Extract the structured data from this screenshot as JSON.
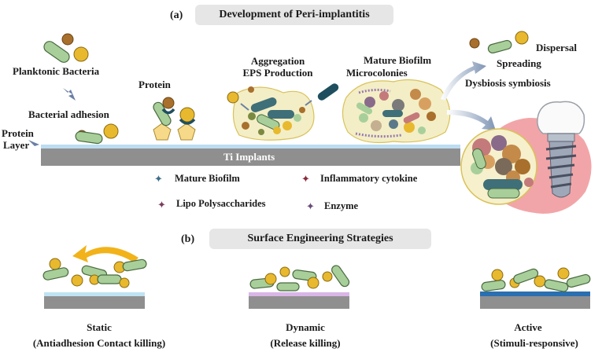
{
  "panel_a": {
    "letter": "(a)",
    "title": "Development of Peri-implantitis",
    "labels": {
      "planktonic": "Planktonic Bacteria",
      "adhesion": "Bacterial adhesion",
      "protein_layer_1": "Protein",
      "protein_layer_2": "Layer",
      "protein": "Protein",
      "aggregation_1": "Aggregation",
      "aggregation_2": "EPS Production",
      "mature_1": "Mature Biofilm",
      "mature_2": "Microcolonies",
      "dispersal": "Dispersal",
      "spreading": "Spreading",
      "dysbiosis": "Dysbiosis symbiosis",
      "ti": "Ti Implants"
    },
    "legend": [
      {
        "label": "Mature Biofilm",
        "color": "#3d6f8a"
      },
      {
        "label": "Inflammatory cytokine",
        "color": "#8a2a3a"
      },
      {
        "label": "Lipo Polysaccharides",
        "color": "#7a3d60"
      },
      {
        "label": "Enzyme",
        "color": "#6a4a7a"
      }
    ]
  },
  "panel_b": {
    "letter": "(b)",
    "title": "Surface Engineering Strategies",
    "strategies": [
      {
        "name": "Static",
        "desc": "(Antiadhesion Contact killing)",
        "coating": "#bfe3f2"
      },
      {
        "name": "Dynamic",
        "desc": "(Release killing)",
        "coating": "#d9b6e6"
      },
      {
        "name": "Active",
        "desc": "(Stimuli-responsive)",
        "coating": "#2a6fb0"
      }
    ]
  },
  "colors": {
    "rod": "#a8cf9a",
    "coccus": "#e8b92e",
    "brown": "#a8702c",
    "ti": "#8e8e8e",
    "gum": "#f0a2a6"
  }
}
